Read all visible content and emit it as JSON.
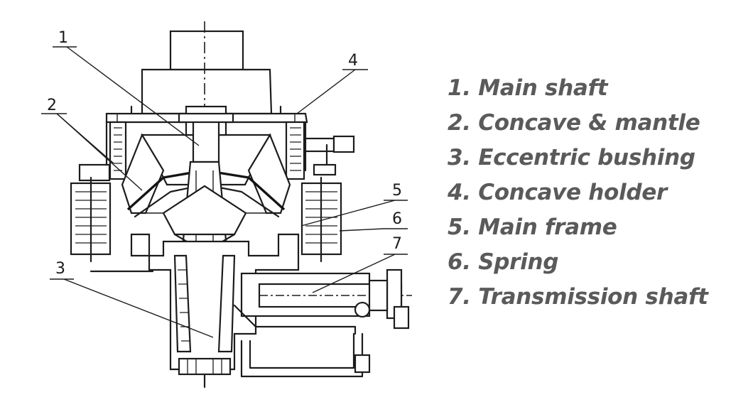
{
  "callouts": [
    "1",
    "2",
    "3",
    "4",
    "5",
    "6",
    "7"
  ],
  "legend": [
    "1. Main shaft",
    "2. Concave & mantle",
    "3. Eccentric bushing",
    "4. Concave holder",
    "5. Main frame",
    "6. Spring",
    "7. Transmission shaft"
  ],
  "colors": {
    "drawing": "#1c1c1c",
    "legend_text": "#5a5a5a",
    "background": "#ffffff"
  }
}
